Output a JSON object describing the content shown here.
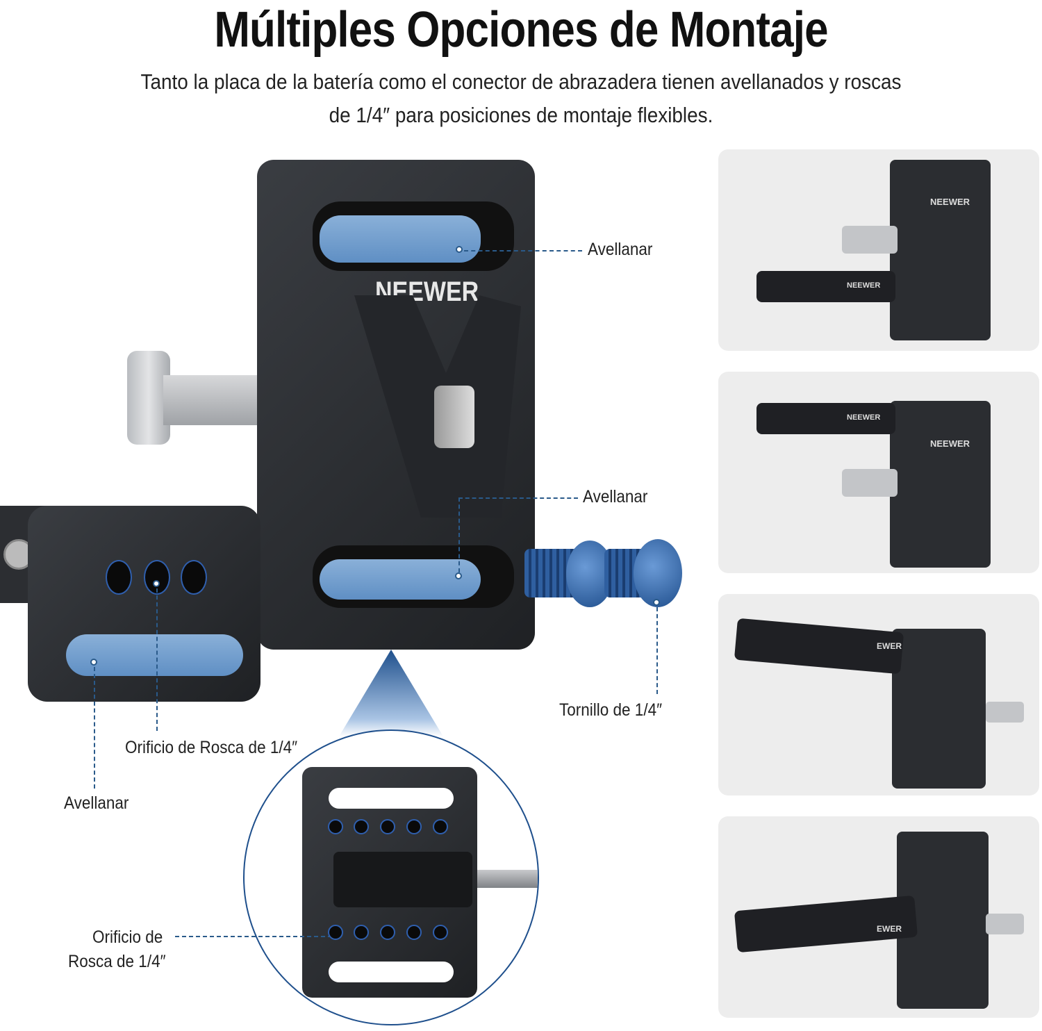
{
  "title": "Múltiples Opciones de Montaje",
  "subtitle": {
    "line1": "Tanto la placa de la batería como el conector de abrazadera tienen avellanados y roscas",
    "line2": "de 1/4″ para posiciones de montaje flexibles."
  },
  "brand": "NEEWER",
  "callouts": {
    "top_countersink": "Avellanar",
    "mid_countersink": "Avellanar",
    "screw": "Tornillo de 1/4″",
    "clamp_thread": "Orificio de Rosca de 1/4″",
    "clamp_countersink": "Avellanar",
    "back_thread_line1": "Orificio de",
    "back_thread_line2": "Rosca de 1/4″"
  },
  "panels": [
    {
      "brand": "NEEWER",
      "arm_brand": "NEEWER"
    },
    {
      "brand": "NEEWER",
      "arm_brand": "NEEWER"
    },
    {
      "arm_brand": "EWER"
    },
    {
      "arm_brand": "EWER"
    }
  ],
  "colors": {
    "accent_blue": "#6d9ad0",
    "callout": "#2a5a8a",
    "plate": "#2a2c30",
    "panel_bg": "#ededed"
  }
}
